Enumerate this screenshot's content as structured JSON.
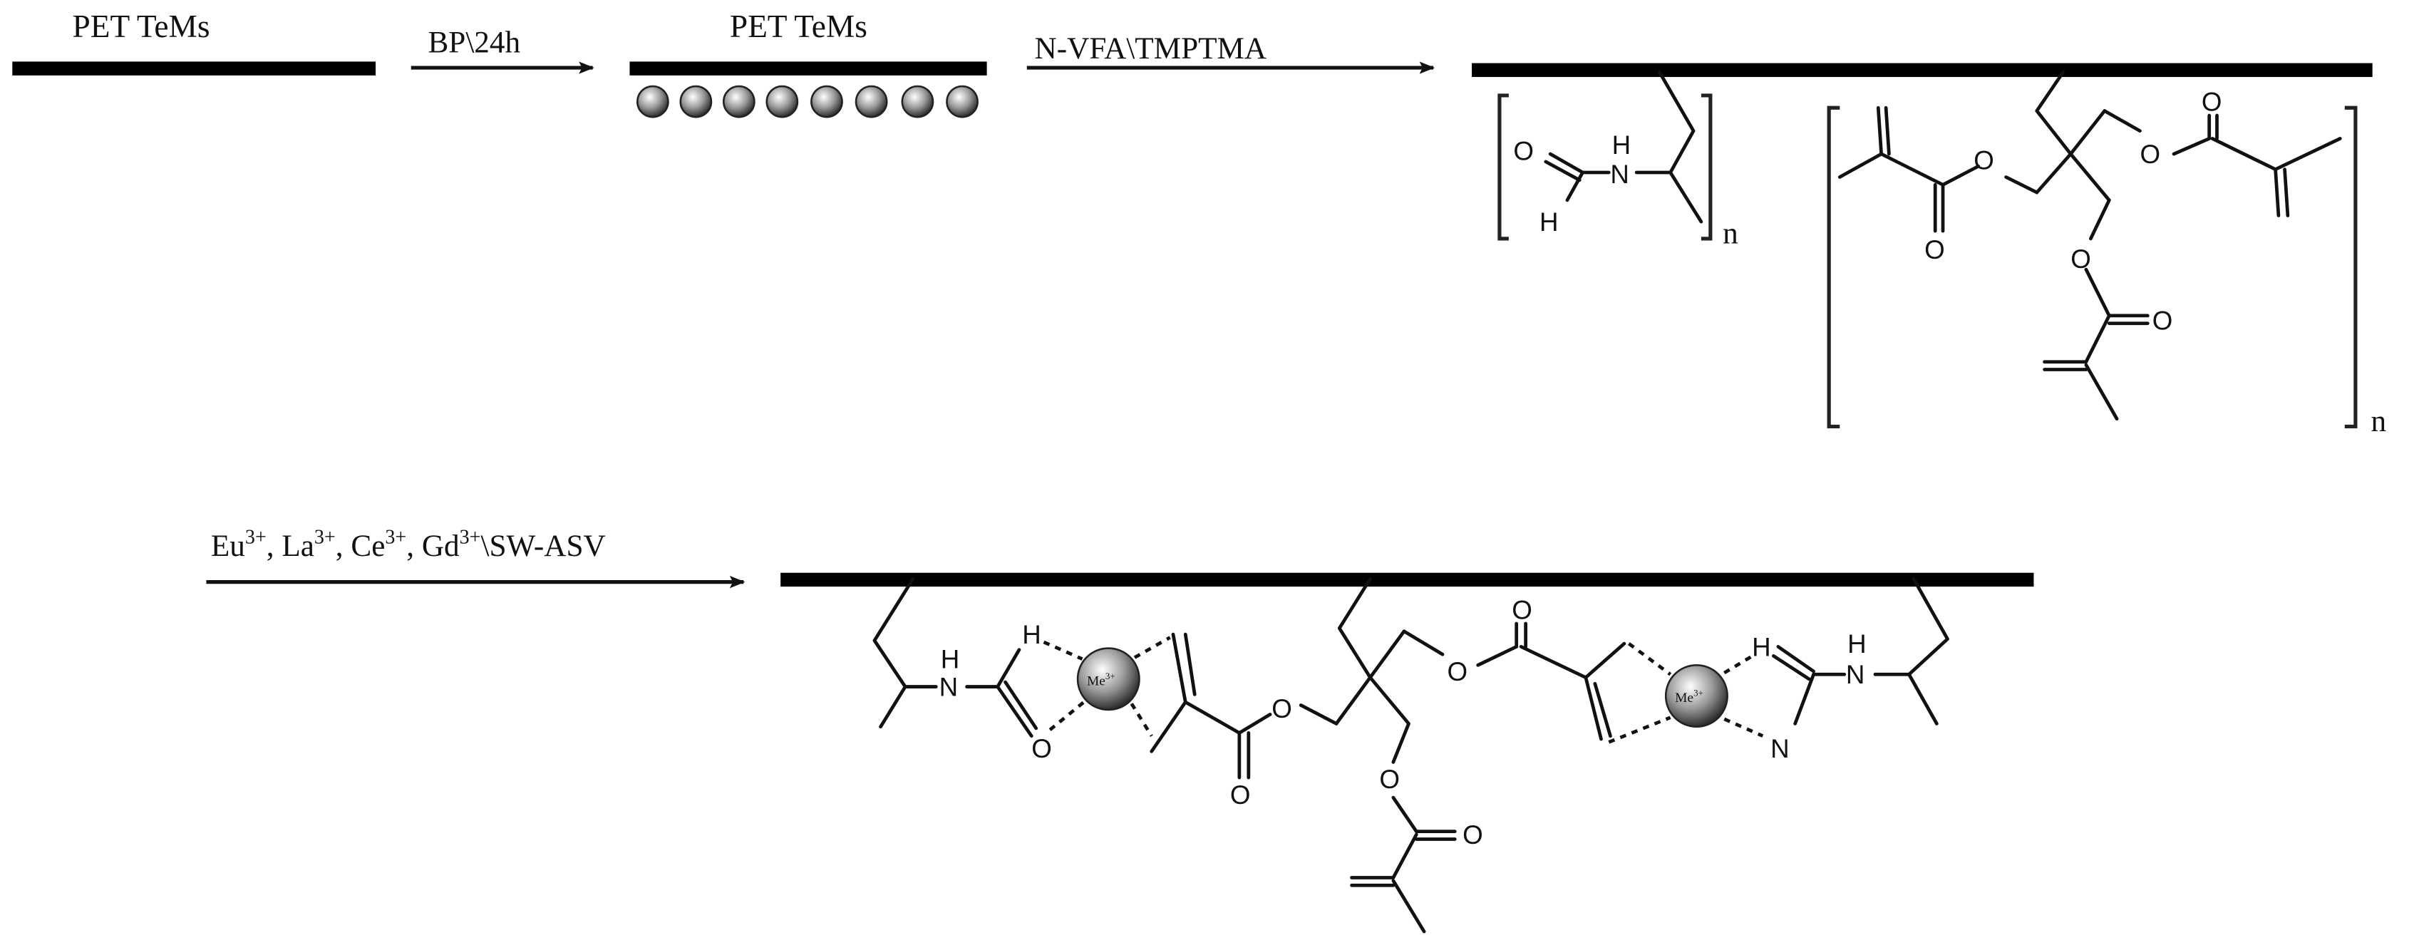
{
  "scheme": {
    "step1": {
      "substrate_label": "PET TeMs",
      "arrow_label": "BP\\24h"
    },
    "step2": {
      "substrate_label": "PET TeMs",
      "initiator_beads_count": 8,
      "arrow_label": "N-VFA\\TMPTMA"
    },
    "step3": {
      "nvfa_unit": {
        "atoms": [
          "O",
          "H",
          "N",
          "H"
        ],
        "repeat": "n"
      },
      "tmptma_unit": {
        "atoms": [
          "O",
          "O",
          "O",
          "O",
          "O",
          "O"
        ],
        "repeat": "n"
      }
    },
    "step4": {
      "arrow_label_parts": [
        {
          "base": "Eu",
          "sup": "3+"
        },
        {
          "sep": ", "
        },
        {
          "base": "La",
          "sup": "3+"
        },
        {
          "sep": ", "
        },
        {
          "base": "Ce",
          "sup": "3+"
        },
        {
          "sep": ", "
        },
        {
          "base": "Gd",
          "sup": "3+"
        },
        {
          "sep": "\\SW-ASV"
        }
      ],
      "arrow_label_text": "Eu3+, La3+, Ce3+, Gd3+\\SW-ASV",
      "metal_label": "Me",
      "metal_charge": "3+",
      "atoms_left": [
        "H",
        "N",
        "H",
        "O",
        "O",
        "O"
      ],
      "atoms_right": [
        "O",
        "O",
        "H",
        "N",
        "H"
      ],
      "atoms_bottom": [
        "O",
        "O"
      ]
    },
    "colors": {
      "ink": "#111111",
      "bar": "#000000",
      "sphere_light": "#ffffff",
      "sphere_dark": "#3a3a3a",
      "background": "#ffffff"
    }
  }
}
